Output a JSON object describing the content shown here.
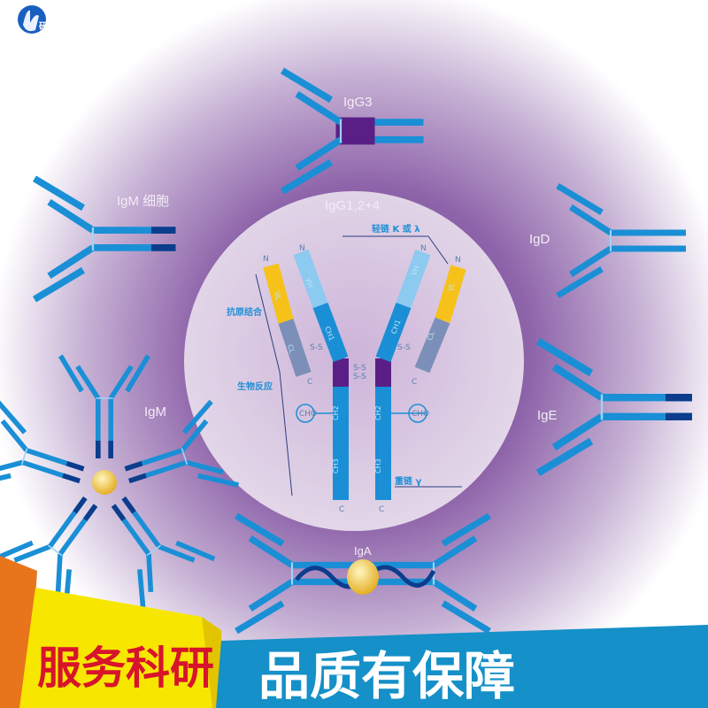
{
  "logo": {
    "glyph": "研"
  },
  "colors": {
    "purple": "#8b5ea8",
    "inner_circle": "#dccbe3",
    "antibody_blue": "#1a8fd6",
    "antibody_dark": "#0b3d8c",
    "hinge": "#5a1f86",
    "light_variable": "#f6c21a",
    "light_constant": "#7c8fb8",
    "heavy_variable": "#8ccaf0",
    "banner_yellow": "#f7e600",
    "banner_orange": "#e8741b",
    "banner_blue": "#1590c8",
    "banner_red": "#d7142b"
  },
  "labels": {
    "igg3": "IgG3",
    "igm_cell": "IgM 细胞",
    "igg124": "IgG1,2+4",
    "igd": "IgD",
    "ige": "IgE",
    "igm": "IgM",
    "iga": "IgA"
  },
  "igg_diagram": {
    "light_chain": "轻链 K 或 λ",
    "antigen_binding": "抗原结合",
    "biological_response": "生物反应",
    "heavy_chain": "重链 γ",
    "n": "N",
    "c": "C",
    "cho": "CHO",
    "ss": "S-S",
    "vh": "VH",
    "vl": "VL",
    "ch1": "CH1",
    "cl": "CL",
    "ch2": "CH2",
    "ch3": "CH3"
  },
  "banner": {
    "left": "服务科研",
    "right": "品质有保障"
  }
}
